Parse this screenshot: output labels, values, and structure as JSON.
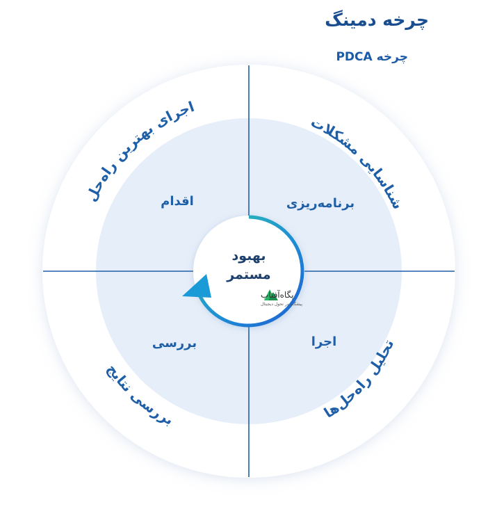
{
  "header": {
    "title": "چرخه دمینگ",
    "subtitle": "چرخه PDCA"
  },
  "quadrants": {
    "plan": "برنامه‌ریزی",
    "act": "اقدام",
    "do": "اجرا",
    "check": "بررسی"
  },
  "outer_ring": {
    "top_right": "شناسایی مشکلات",
    "top_left": "اجرای بهترین راه‌حل",
    "bottom_right": "تحلیل راه‌حل‌ها",
    "bottom_left": "بررسی نتایج"
  },
  "center": {
    "line1": "بهبود",
    "line2": "مستمر",
    "brand_name": "پگاه‌آفتاب",
    "brand_tagline": "پیشگام در تحول دیجیتال"
  },
  "colors": {
    "title": "#1a4d8f",
    "label": "#1f5fa8",
    "divider": "#1f5fa8",
    "inner_fill": "#e6eef9",
    "arrow_start": "#2ec7a8",
    "arrow_end": "#1f6fd1"
  }
}
